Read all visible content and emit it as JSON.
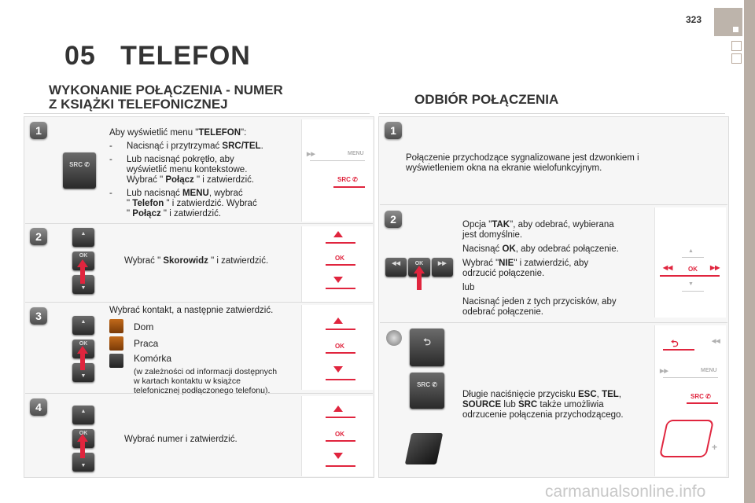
{
  "page_number": "323",
  "chapter": {
    "number": "05",
    "title": "TELEFON"
  },
  "left": {
    "title_line1": "WYKONANIE POŁĄCZENIA - NUMER",
    "title_line2": "Z KSIĄŻKI TELEFONICZNEJ",
    "step1": {
      "number": "1",
      "intro_pre": "Aby wyświetlić menu \"",
      "intro_bold": "TELEFON",
      "intro_post": "\":",
      "b1_pre": "Nacisnąć i przytrzymać ",
      "b1_bold": "SRC/TEL",
      "b1_post": ".",
      "b2_line1": "Lub nacisnąć pokrętło, aby",
      "b2_line2": "wyświetlić menu kontekstowe.",
      "b2_line3_pre": "Wybrać \" ",
      "b2_line3_bold": "Połącz",
      "b2_line3_post": " \" i zatwierdzić.",
      "b3_pre": "Lub nacisnąć ",
      "b3_bold": "MENU",
      "b3_post": ", wybrać",
      "b3_line2_pre": "\" ",
      "b3_line2_bold": "Telefon",
      "b3_line2_post": " \" i zatwierdzić. Wybrać",
      "b3_line3_pre": "\" ",
      "b3_line3_bold": "Połącz",
      "b3_line3_post": " \" i zatwierdzić.",
      "dash": "-",
      "src_label": "SRC ✆",
      "menu_label": "MENU"
    },
    "step2": {
      "number": "2",
      "text_pre": "Wybrać \" ",
      "text_bold": "Skorowidz",
      "text_post": " \" i zatwierdzić.",
      "ok": "OK"
    },
    "step3": {
      "number": "3",
      "text": "Wybrać kontakt, a następnie zatwierdzić.",
      "options": [
        "Dom",
        "Praca",
        "Komórka"
      ],
      "note_line1": "(w zależności od informacji dostępnych",
      "note_line2": "w kartach kontaktu w książce",
      "note_line3": "telefonicznej podłączonego telefonu).",
      "ok": "OK"
    },
    "step4": {
      "number": "4",
      "text": "Wybrać numer i zatwierdzić.",
      "ok": "OK"
    }
  },
  "right": {
    "title": "ODBIÓR POŁĄCZENIA",
    "step1": {
      "number": "1",
      "line1": "Połączenie przychodzące sygnalizowane jest dzwonkiem i",
      "line2": "wyświetleniem okna na ekranie wielofunkcyjnym."
    },
    "step2": {
      "number": "2",
      "p1_pre": "Opcja \"",
      "p1_bold": "TAK",
      "p1_post": "\", aby odebrać, wybierana",
      "p1_line2": "jest domyślnie.",
      "p2_pre": "Nacisnąć ",
      "p2_bold": "OK",
      "p2_post": ", aby odebrać połączenie.",
      "p3_pre": "Wybrać \"",
      "p3_bold": "NIE",
      "p3_post": "\" i zatwierdzić, aby",
      "p3_line2": "odrzucić połączenie.",
      "p4": "lub",
      "p5_line1": "Nacisnąć jeden z tych przycisków, aby",
      "p5_line2": "odebrać połączenie.",
      "ok": "OK"
    },
    "step3": {
      "l1_pre": "Długie naciśnięcie przycisku ",
      "l1_b1": "ESC",
      "l1_mid": ", ",
      "l1_b2": "TEL",
      "l1_post": ",",
      "l2_b1": "SOURCE",
      "l2_mid": " lub ",
      "l2_b2": "SRC",
      "l2_post": " także umożliwia",
      "l3": "odrzucenie połączenia przychodzącego.",
      "src_label": "SRC ✆",
      "menu_label": "MENU"
    }
  },
  "watermark": "carmanualsonline.info",
  "colors": {
    "accent": "#e0253e",
    "tab": "#bdb4ab",
    "sidebar": "#b9aea5"
  }
}
